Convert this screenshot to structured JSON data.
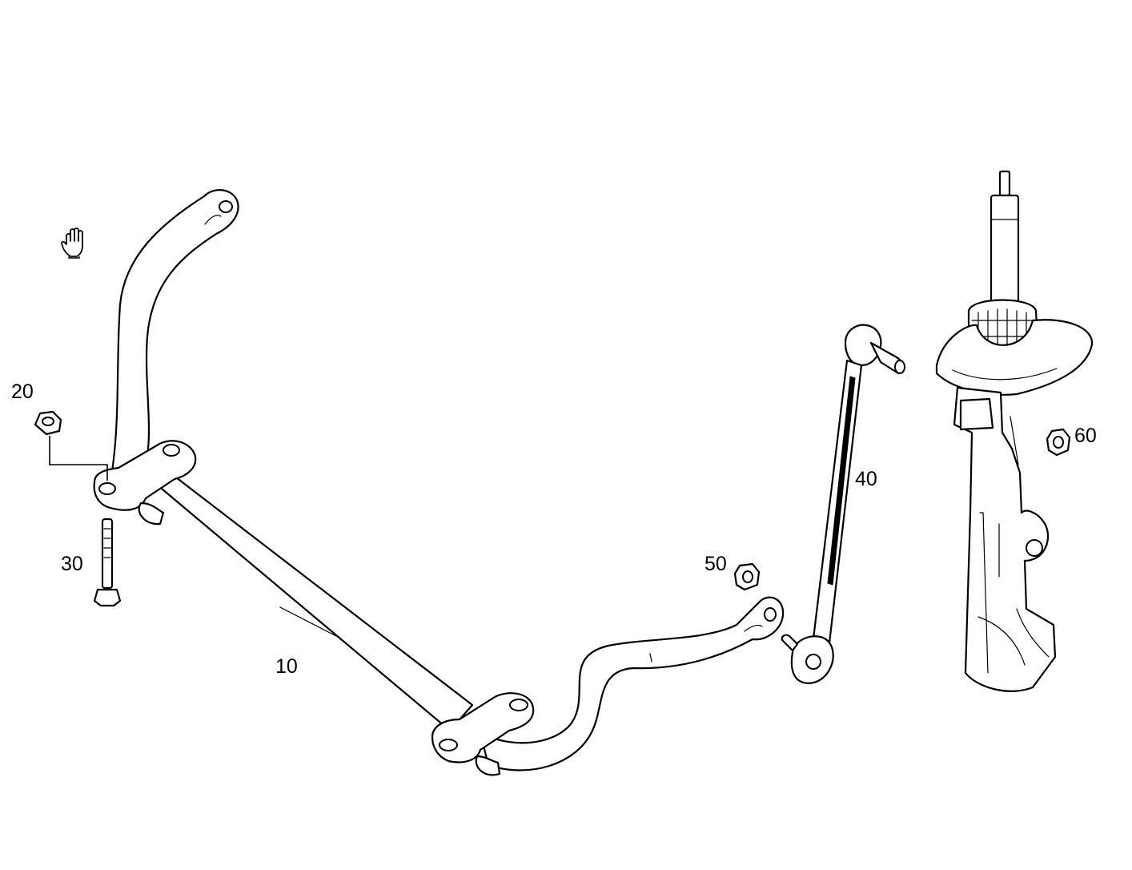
{
  "diagram": {
    "callouts": [
      {
        "id": "c10",
        "label": "10"
      },
      {
        "id": "c20",
        "label": "20"
      },
      {
        "id": "c30",
        "label": "30"
      },
      {
        "id": "c40",
        "label": "40"
      },
      {
        "id": "c50",
        "label": "50"
      },
      {
        "id": "c60",
        "label": "60"
      }
    ],
    "icons": {
      "pointer": "hand-pointer-icon"
    },
    "colors": {
      "line": "#000000",
      "background": "#ffffff"
    }
  }
}
